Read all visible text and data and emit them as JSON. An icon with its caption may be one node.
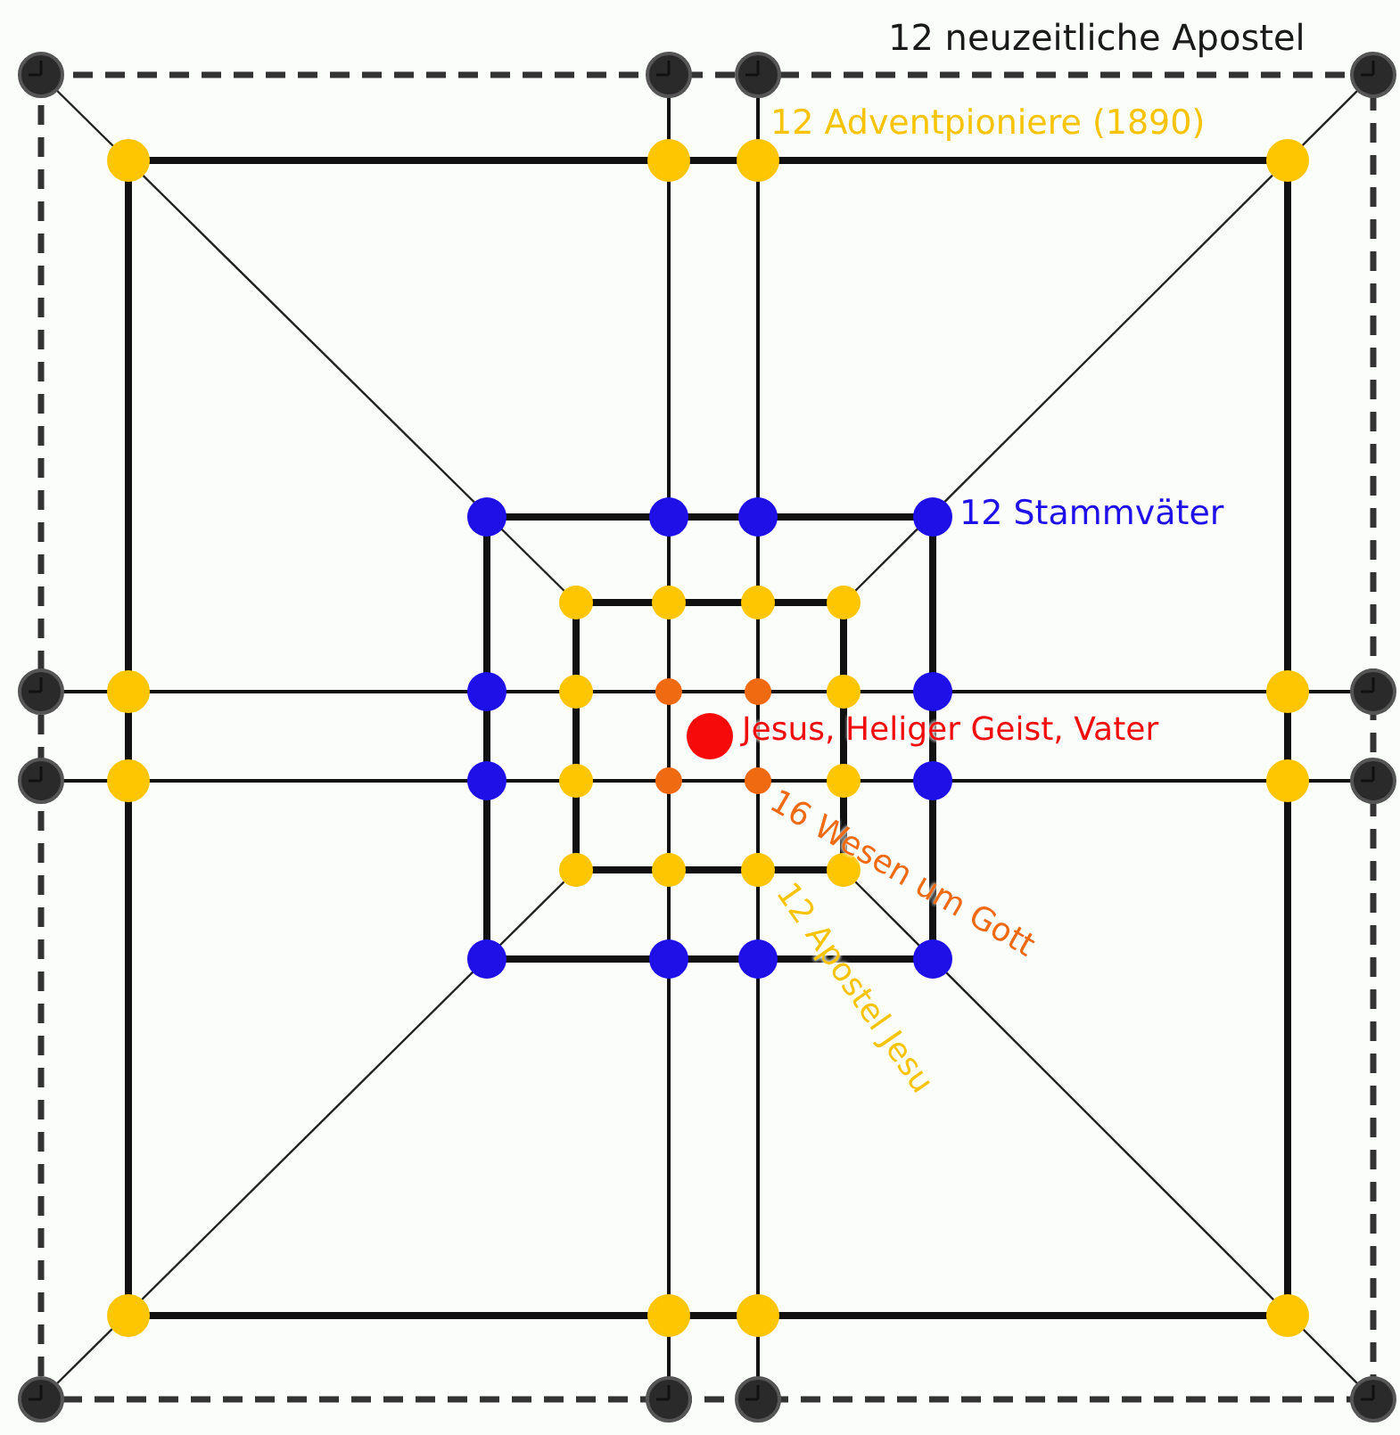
{
  "diagram": {
    "labels": [
      "12 neuzeitliche Apostel",
      "12 Adventpioniere (1890)",
      "12 Stammväter",
      "Jesus, Heliger Geist, Vater",
      "16 Wesen um Gott",
      "12 Apostel Jesu"
    ]
  }
}
